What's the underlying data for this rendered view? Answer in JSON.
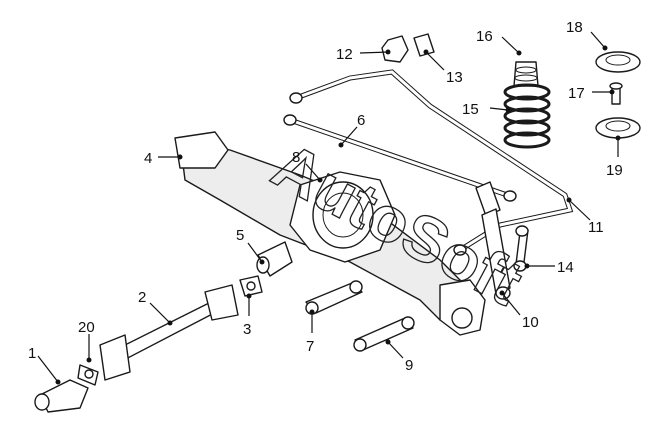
{
  "watermark": "AutoSoft",
  "callouts": {
    "c1": "1",
    "c2": "2",
    "c3": "3",
    "c4": "4",
    "c5": "5",
    "c6": "6",
    "c7": "7",
    "c8": "8",
    "c9": "9",
    "c10": "10",
    "c11": "11",
    "c12": "12",
    "c13": "13",
    "c14": "14",
    "c15": "15",
    "c16": "16",
    "c17": "17",
    "c18": "18",
    "c19": "19",
    "c20": "20"
  }
}
